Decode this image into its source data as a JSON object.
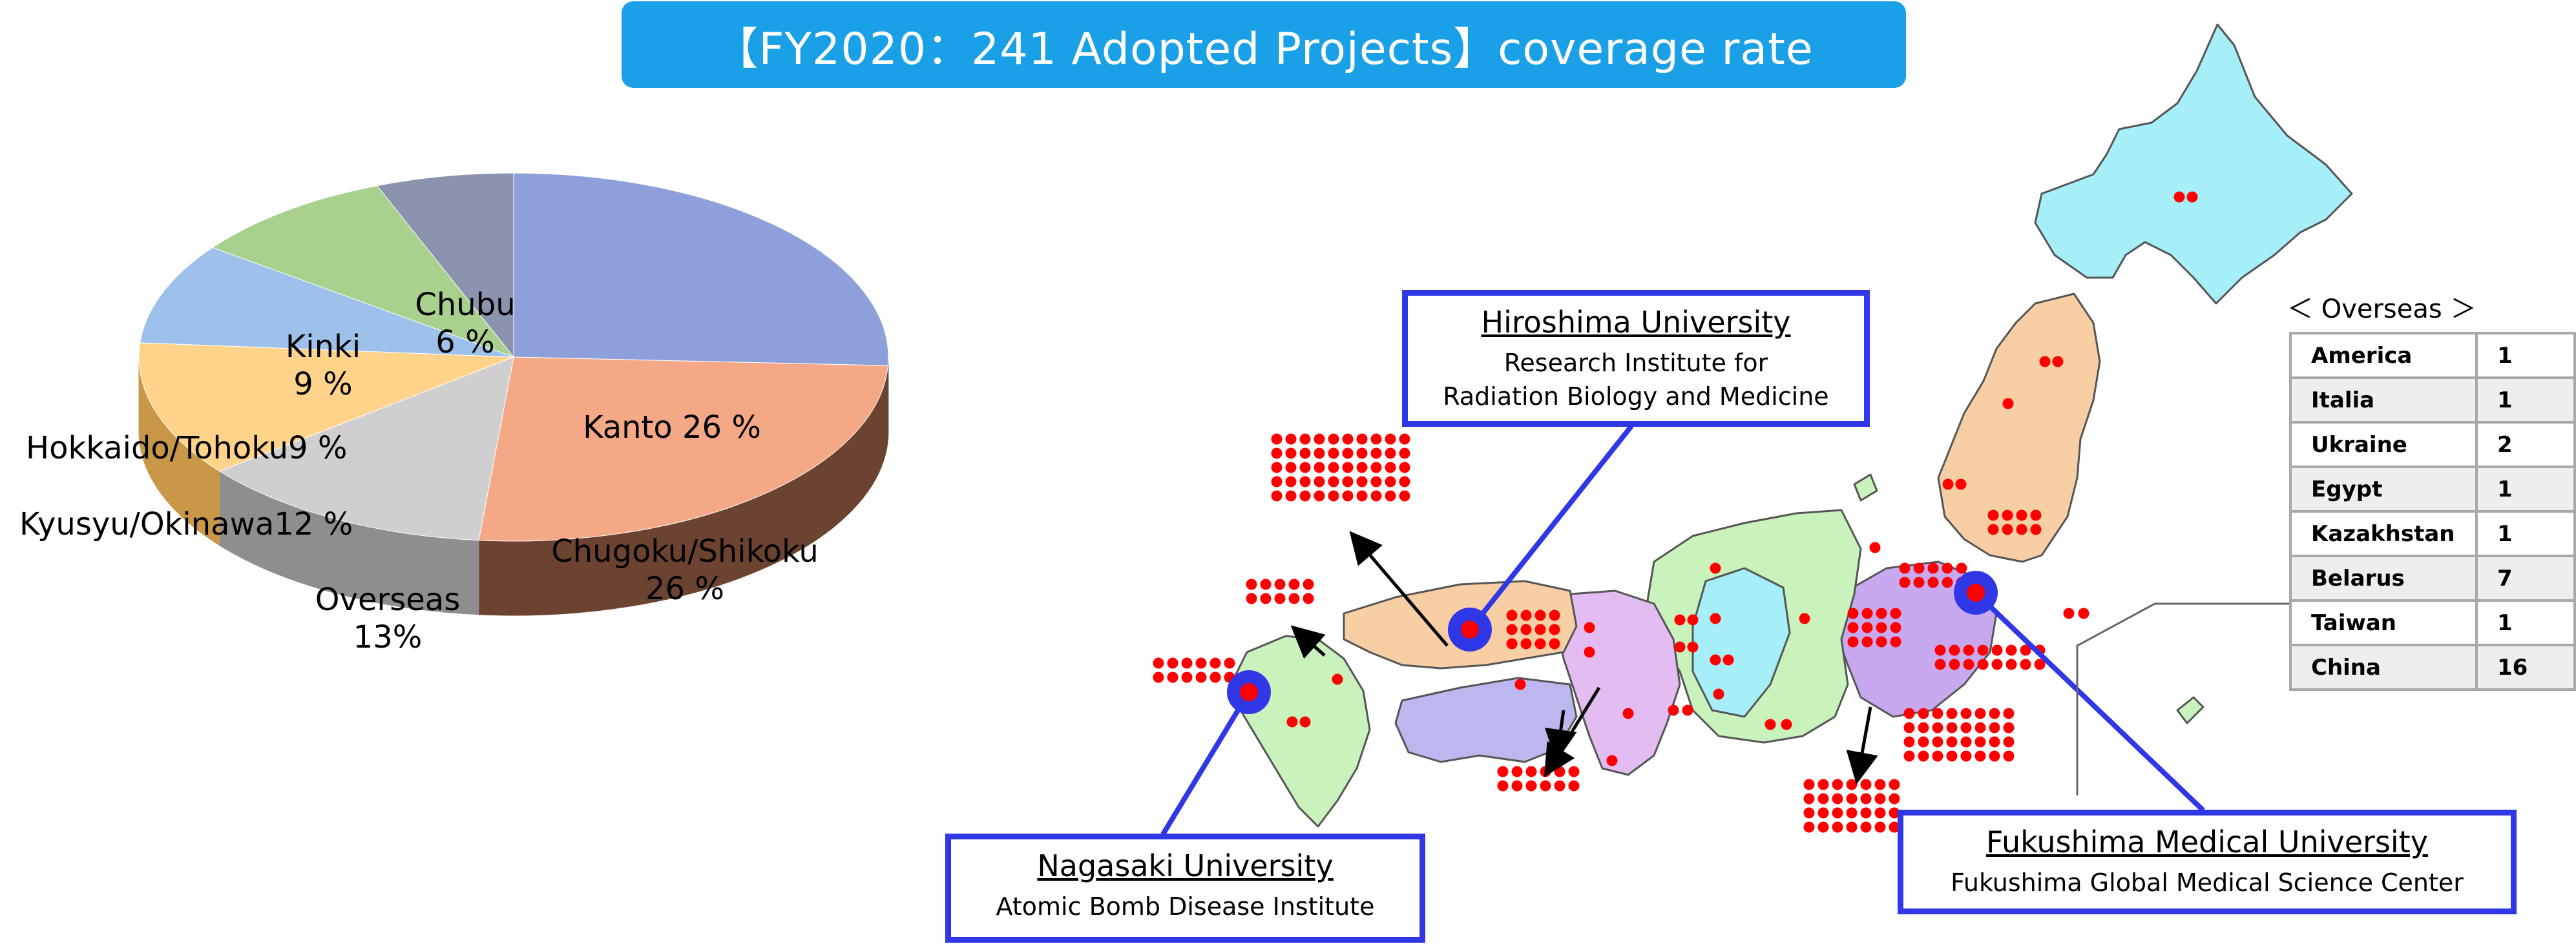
{
  "banner": {
    "title": "【FY2020：241 Adopted Projects】coverage rate"
  },
  "chart_data": {
    "type": "pie",
    "slices": [
      {
        "label": "Kanto",
        "value": 26,
        "color": "#8EA0DA",
        "dark": "#5B6FB2"
      },
      {
        "label": "Chugoku/Shikoku",
        "value": 26,
        "color": "#F4A886",
        "dark": "#6B4330"
      },
      {
        "label": "Overseas",
        "value": 13,
        "color": "#CFCFCF",
        "dark": "#8E8E8E"
      },
      {
        "label": "Kyusyu/Okinawa",
        "value": 12,
        "color": "#FFD48A",
        "dark": "#C89848"
      },
      {
        "label": "Hokkaido/Tohoku",
        "value": 9,
        "color": "#9DC1EA",
        "dark": "#6C90BC"
      },
      {
        "label": "Kinki",
        "value": 9,
        "color": "#A9D18E",
        "dark": "#77A35D"
      },
      {
        "label": "Chubu",
        "value": 6,
        "color": "#8C93AE",
        "dark": "#5C627B"
      }
    ],
    "labels": {
      "Kanto": "Kanto 26 %",
      "Chugoku/Shikoku": [
        "Chugoku/Shikoku",
        "26 %"
      ],
      "Overseas": [
        "Overseas",
        "13%"
      ],
      "Kyusyu/Okinawa": "Kyusyu/Okinawa12 %",
      "Hokkaido/Tohoku": "Hokkaido/Tohoku9 %",
      "Kinki": [
        "Kinki",
        "9 %"
      ],
      "Chubu": [
        "Chubu",
        "6 %"
      ]
    }
  },
  "callouts": {
    "hiroshima": {
      "name": "Hiroshima University",
      "line1": "Research Institute for",
      "line2": "Radiation Biology and Medicine"
    },
    "nagasaki": {
      "name": "Nagasaki University",
      "line1": "Atomic Bomb Disease Institute"
    },
    "fukushima": {
      "name": "Fukushima Medical University",
      "line1": "Fukushima Global Medical Science Center"
    }
  },
  "overseas": {
    "title": "＜ Overseas ＞",
    "rows": [
      {
        "country": "America",
        "count": "1"
      },
      {
        "country": "Italia",
        "count": "1"
      },
      {
        "country": "Ukraine",
        "count": "2"
      },
      {
        "country": "Egypt",
        "count": "1"
      },
      {
        "country": "Kazakhstan",
        "count": "1"
      },
      {
        "country": "Belarus",
        "count": "7"
      },
      {
        "country": "Taiwan",
        "count": "1"
      },
      {
        "country": "China",
        "count": "16"
      }
    ]
  },
  "map_colors": {
    "hokkaido": "#A6EEF8",
    "tohoku": "#F8CFA4",
    "kanto": "#C8A9F0",
    "chubu": "#C9F2BD",
    "kinki": "#E3BDF2",
    "chugoku": "#F8CFA4",
    "shikoku": "#BDB7EF",
    "kyushu": "#C9F2BD",
    "cyan": "#A6EEF8",
    "dot": "#FF0000",
    "marker": "#2F37E6"
  }
}
